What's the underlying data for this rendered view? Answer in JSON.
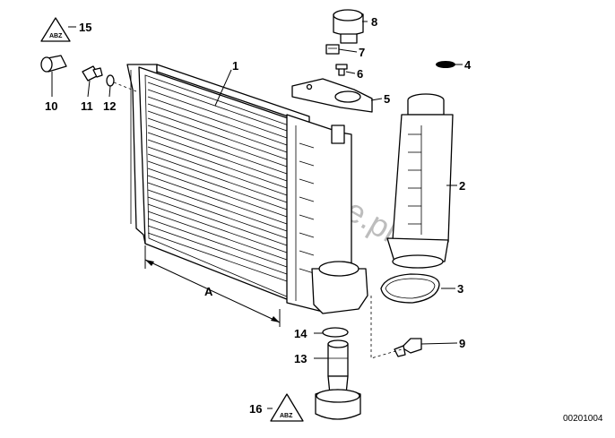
{
  "diagram": {
    "watermark": "www.BMWstore.pl",
    "code": "00201004",
    "dimension_label": "A",
    "labels": [
      "1",
      "2",
      "3",
      "4",
      "5",
      "6",
      "7",
      "8",
      "9",
      "10",
      "11",
      "12",
      "13",
      "14",
      "15",
      "16"
    ]
  }
}
